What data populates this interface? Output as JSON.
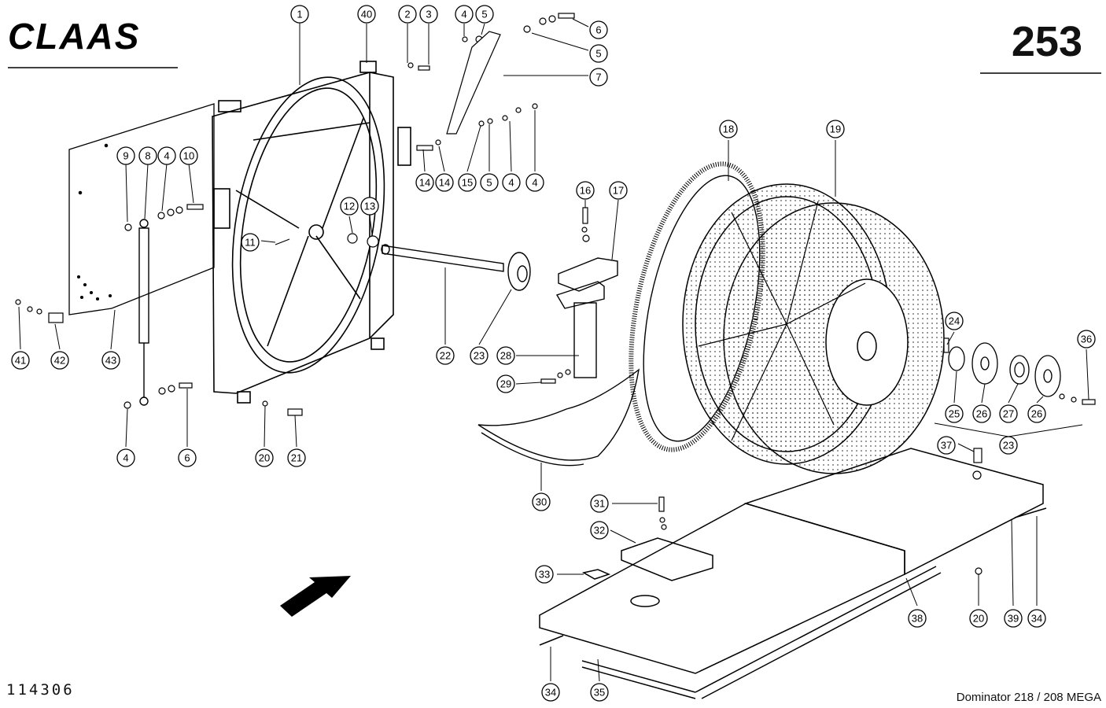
{
  "brand": "CLAAS",
  "page_number": "253",
  "drawing_number": "114306",
  "model": "Dominator 218 / 208 MEGA",
  "callouts": [
    "1",
    "40",
    "2",
    "3",
    "4",
    "5",
    "6",
    "5",
    "7",
    "4",
    "8",
    "4",
    "9",
    "10",
    "11",
    "12",
    "13",
    "14",
    "14",
    "15",
    "5",
    "4",
    "16",
    "17",
    "18",
    "19",
    "22",
    "23",
    "28",
    "29",
    "24",
    "25",
    "26",
    "27",
    "26",
    "36",
    "23",
    "37",
    "41",
    "42",
    "43",
    "4",
    "6",
    "20",
    "21",
    "30",
    "31",
    "32",
    "33",
    "38",
    "20",
    "39",
    "34",
    "34",
    "35"
  ]
}
